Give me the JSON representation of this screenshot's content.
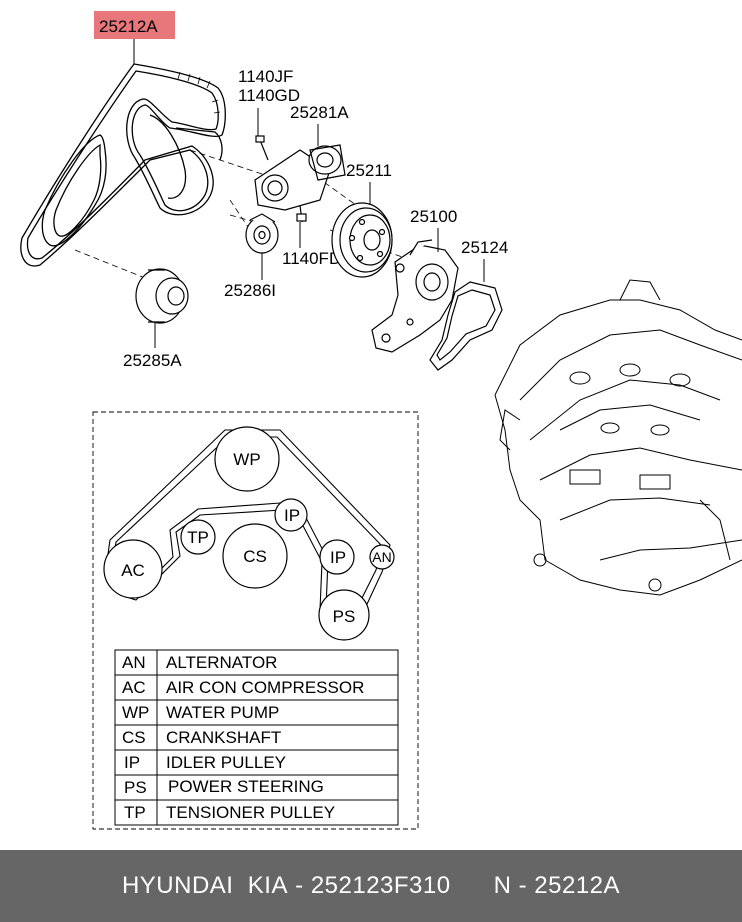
{
  "highlight_color": "#e8777b",
  "parts": {
    "p25212A": "25212A",
    "p1140JF": "1140JF",
    "p1140GD": "1140GD",
    "p25281A": "25281A",
    "p25211": "25211",
    "p25100": "25100",
    "p25124": "25124",
    "p1140FD": "1140FD",
    "p25286I": "25286I",
    "p25285A": "25285A"
  },
  "belt_routing": {
    "pulleys": {
      "wp": "WP",
      "ac": "AC",
      "tp": "TP",
      "cs": "CS",
      "ip1": "IP",
      "ip2": "IP",
      "an": "AN",
      "ps": "PS"
    }
  },
  "legend": [
    {
      "code": "AN",
      "name": "ALTERNATOR"
    },
    {
      "code": "AC",
      "name": "AIR CON COMPRESSOR"
    },
    {
      "code": "WP",
      "name": "WATER PUMP"
    },
    {
      "code": "CS",
      "name": "CRANKSHAFT"
    },
    {
      "code": "IP",
      "name": "IDLER PULLEY"
    },
    {
      "code": "PS",
      "name": "POWER STEERING"
    },
    {
      "code": "TP",
      "name": "TENSIONER PULLEY"
    }
  ],
  "footer": {
    "brand": "HYUNDAI  KIA",
    "part_number": "252123F310",
    "ref": "N - 25212A"
  }
}
